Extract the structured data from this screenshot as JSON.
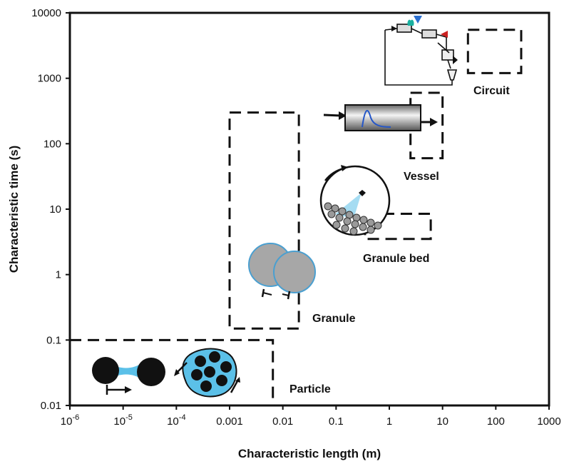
{
  "chart_data": {
    "type": "scatter",
    "xlabel": "Characteristic length (m)",
    "ylabel": "Characteristic time (s)",
    "x_scale": "log",
    "y_scale": "log",
    "xlim": [
      1e-06,
      1000
    ],
    "ylim": [
      0.01,
      10000
    ],
    "grid": false,
    "x_ticks": [
      {
        "value": 1e-06,
        "base": "10",
        "exp": "-6"
      },
      {
        "value": 1e-05,
        "base": "10",
        "exp": "-5"
      },
      {
        "value": 0.0001,
        "base": "10",
        "exp": "-4"
      },
      {
        "value": 0.001,
        "label": "0.001"
      },
      {
        "value": 0.01,
        "label": "0.01"
      },
      {
        "value": 0.1,
        "label": "0.1"
      },
      {
        "value": 1,
        "label": "1"
      },
      {
        "value": 10,
        "label": "10"
      },
      {
        "value": 100,
        "label": "100"
      },
      {
        "value": 1000,
        "label": "1000"
      }
    ],
    "y_ticks": [
      {
        "value": 0.01,
        "label": "0.01"
      },
      {
        "value": 0.1,
        "label": "0.1"
      },
      {
        "value": 1,
        "label": "1"
      },
      {
        "value": 10,
        "label": "10"
      },
      {
        "value": 100,
        "label": "100"
      },
      {
        "value": 1000,
        "label": "1000"
      },
      {
        "value": 10000,
        "label": "10000"
      }
    ],
    "regions": [
      {
        "name": "Particle",
        "x_range": [
          1e-06,
          0.0065
        ],
        "y_range": [
          0.01,
          0.1
        ]
      },
      {
        "name": "Granule",
        "x_range": [
          0.001,
          0.02
        ],
        "y_range": [
          0.15,
          300
        ]
      },
      {
        "name": "Granule bed",
        "x_range": [
          0.35,
          6
        ],
        "y_range": [
          3.5,
          8.5
        ]
      },
      {
        "name": "Vessel",
        "x_range": [
          2.5,
          10
        ],
        "y_range": [
          60,
          600
        ]
      },
      {
        "name": "Circuit",
        "x_range": [
          30,
          300
        ],
        "y_range": [
          1200,
          5500
        ]
      }
    ]
  }
}
